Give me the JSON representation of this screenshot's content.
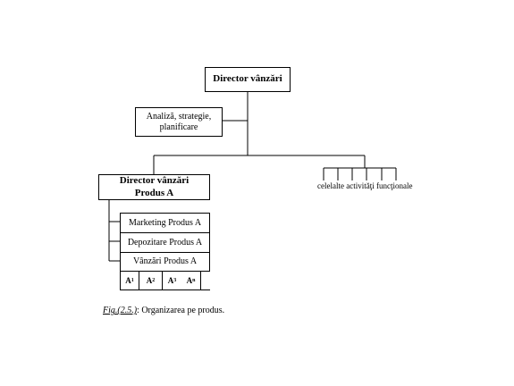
{
  "diagram": {
    "top_box": "Director vânzări",
    "staff_box": "Analiză, strategie, planificare",
    "product_director_line1": "Director vânzări",
    "product_director_line2": "Produs A",
    "functions": [
      "Marketing Produs A",
      "Depozitare Produs A",
      "Vânzări Produs A"
    ],
    "sub_units": [
      {
        "base": "A",
        "index": "1"
      },
      {
        "base": "A",
        "index": "2"
      },
      {
        "base": "A",
        "index": "3"
      },
      {
        "base": "A",
        "index": "n"
      }
    ],
    "other_activities": "celelalte activităţi funcţionale"
  },
  "caption": {
    "figure_ref": "Fig.(2.5.)",
    "text": ": Organizarea pe produs."
  }
}
